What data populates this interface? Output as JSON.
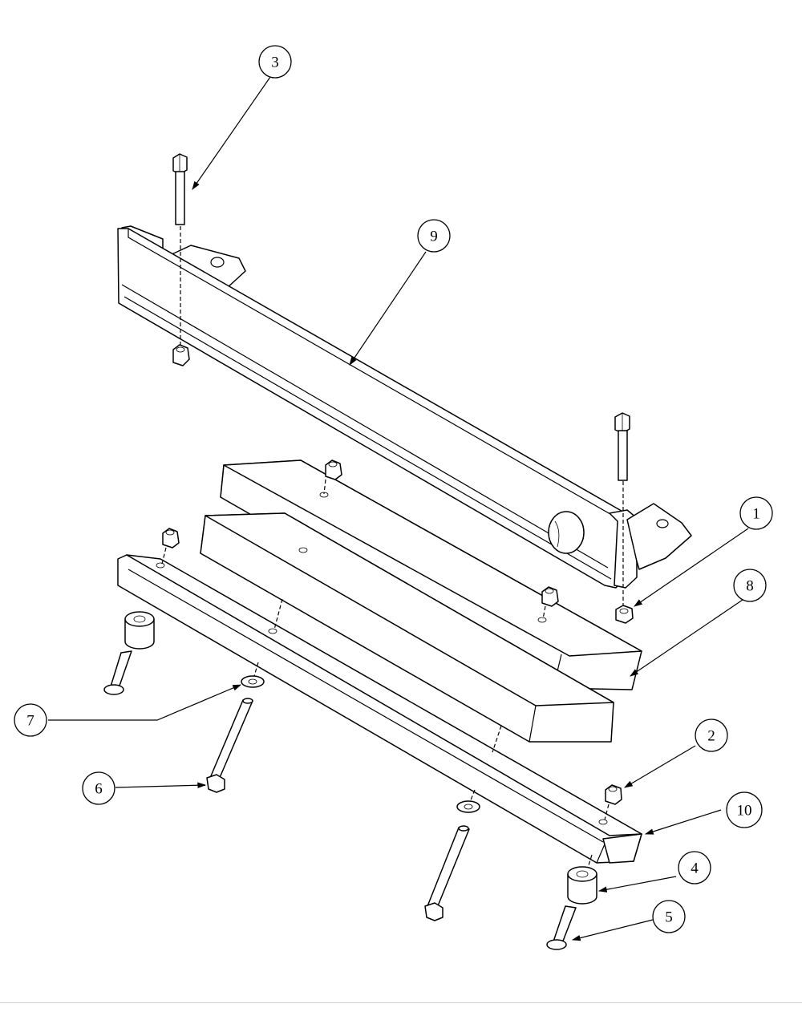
{
  "diagram": {
    "balloons": [
      {
        "id": "1",
        "label": "1"
      },
      {
        "id": "2",
        "label": "2"
      },
      {
        "id": "3",
        "label": "3"
      },
      {
        "id": "4",
        "label": "4"
      },
      {
        "id": "5",
        "label": "5"
      },
      {
        "id": "6",
        "label": "6"
      },
      {
        "id": "7",
        "label": "7"
      },
      {
        "id": "8",
        "label": "8"
      },
      {
        "id": "9",
        "label": "9"
      },
      {
        "id": "10",
        "label": "10"
      }
    ]
  }
}
